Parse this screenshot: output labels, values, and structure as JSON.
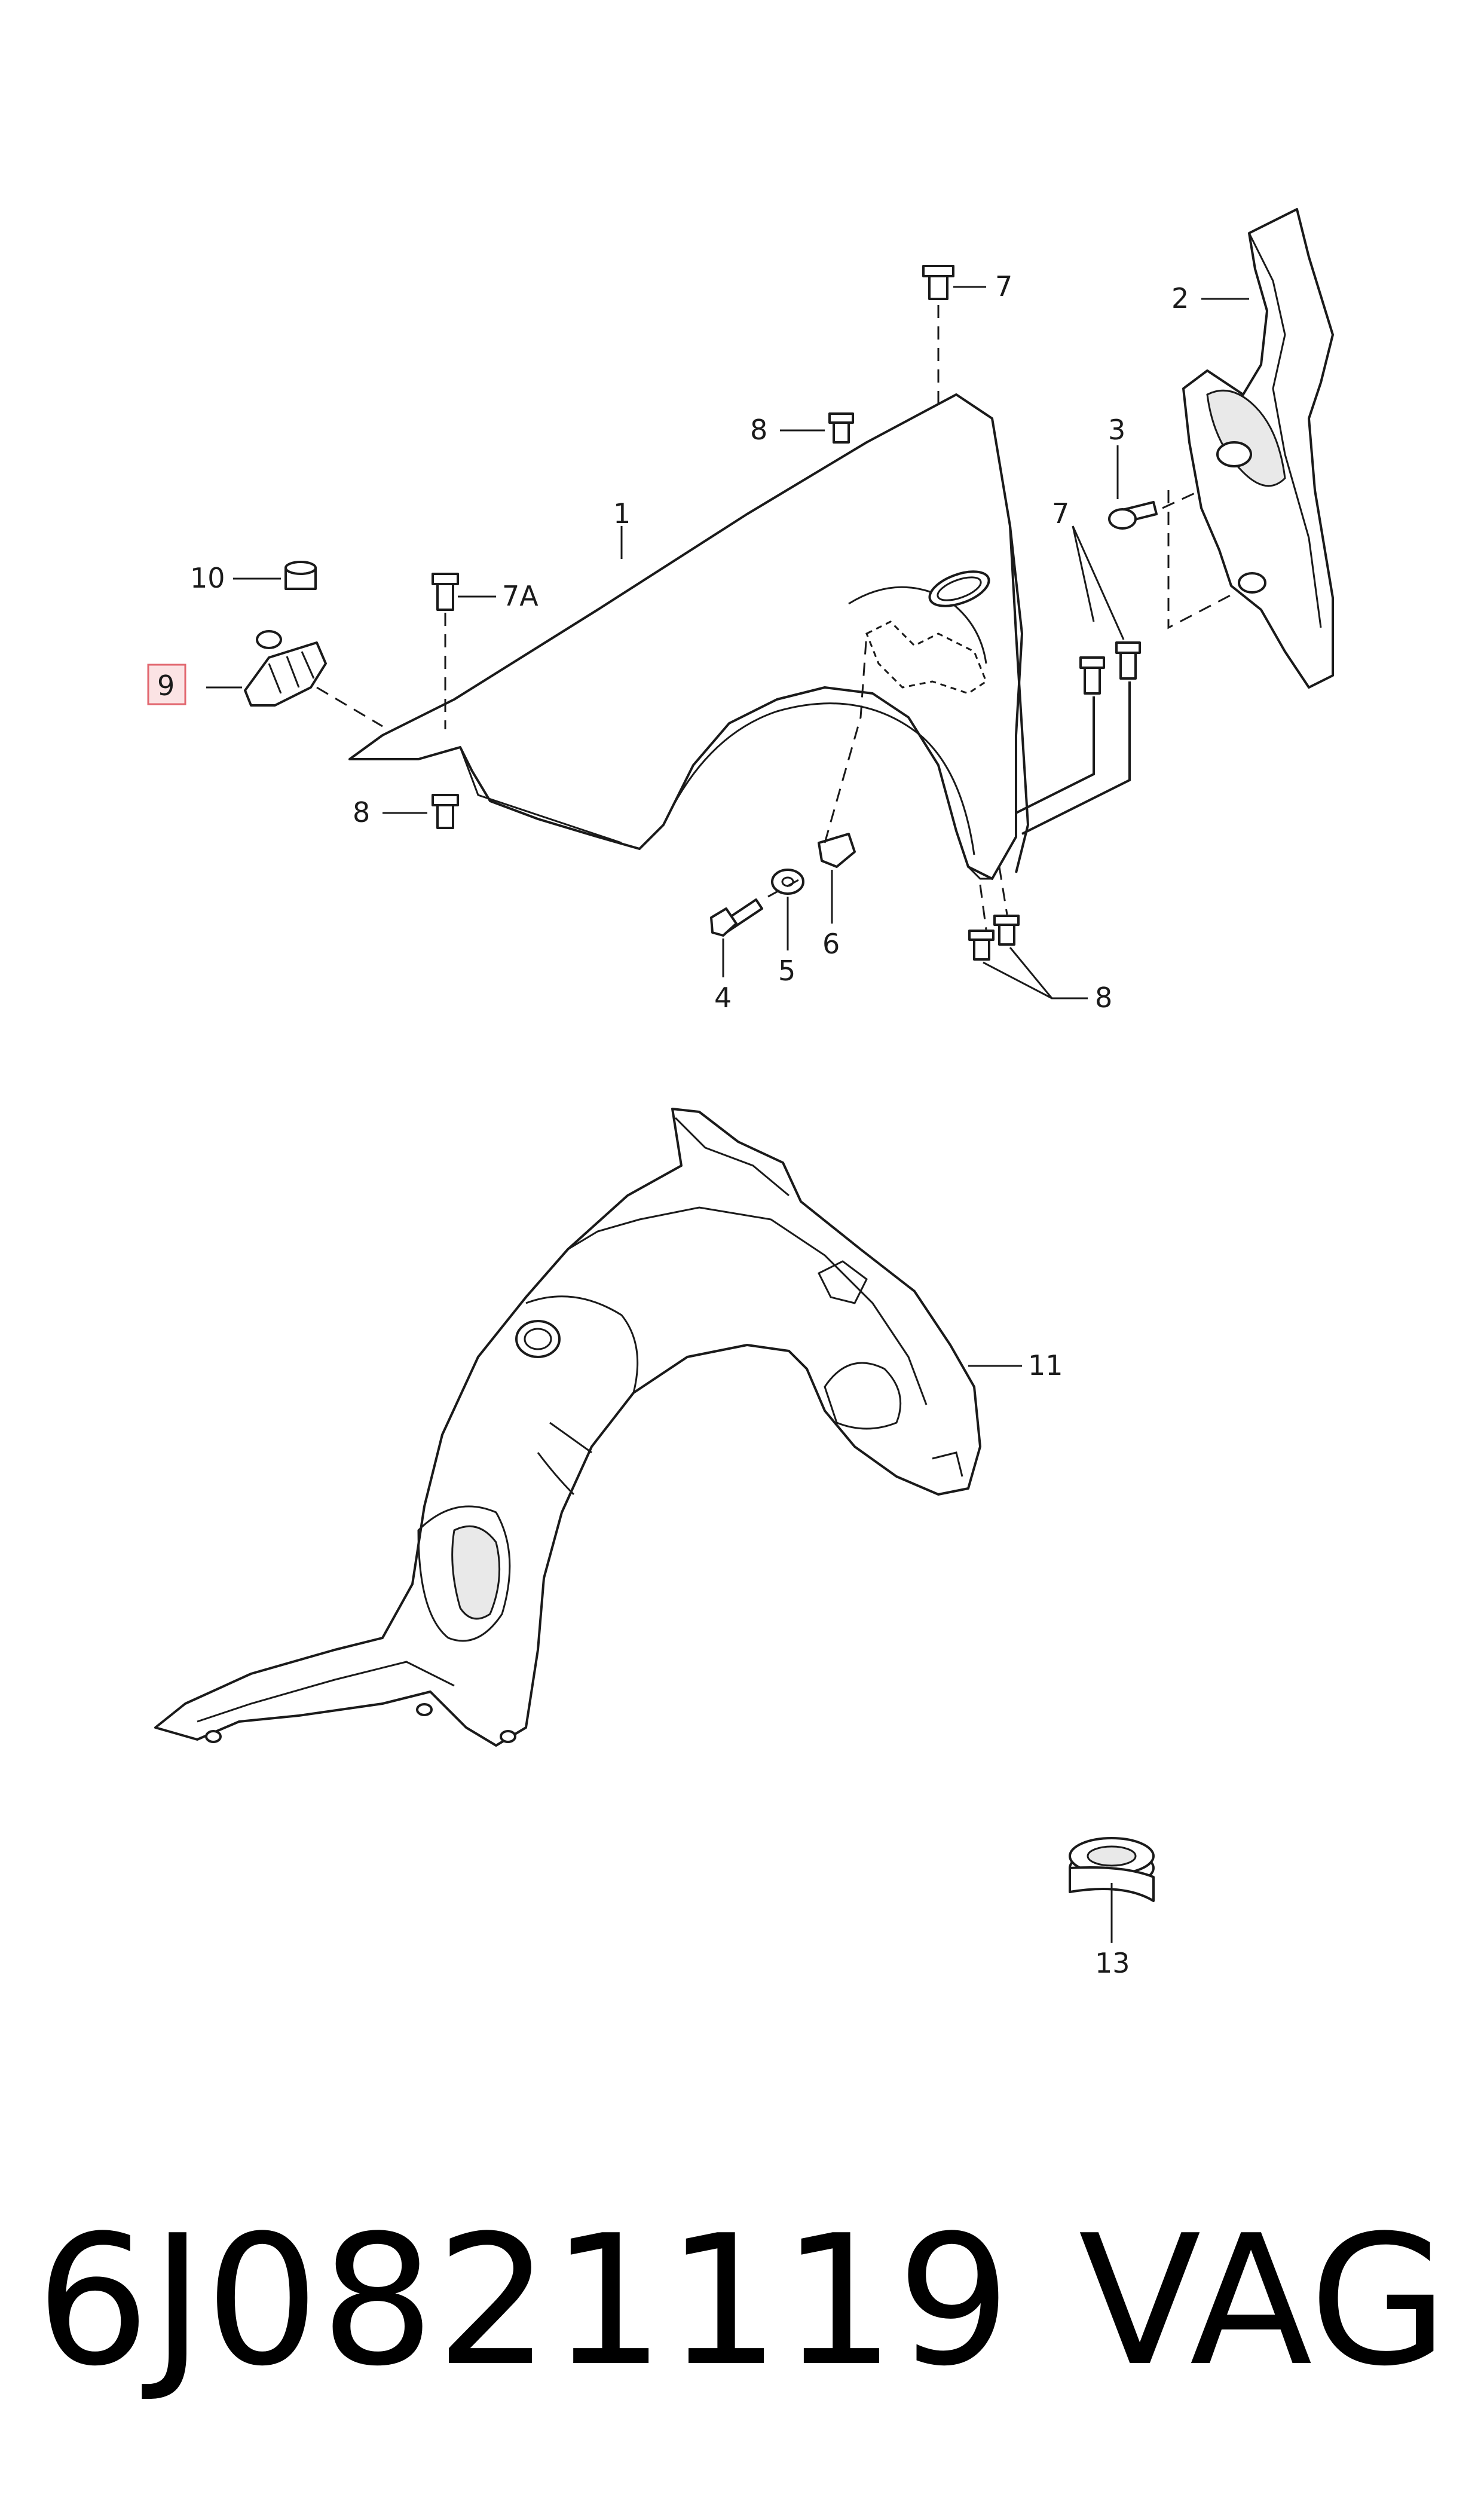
{
  "callouts": {
    "c1": "1",
    "c2": "2",
    "c3": "3",
    "c4": "4",
    "c5": "5",
    "c6": "6",
    "c7_top": "7",
    "c7_right": "7",
    "c7a": "7A",
    "c8_top": "8",
    "c8_left": "8",
    "c8_bottom": "8",
    "c9": "9",
    "c10": "10",
    "c11": "11",
    "c13": "13"
  },
  "colors": {
    "line": "#1a1a1a",
    "highlight_fill": "#fbe3e4",
    "highlight_stroke": "#e2676f"
  },
  "footer": {
    "part_number": "6J0821119",
    "brand": "VAG"
  }
}
